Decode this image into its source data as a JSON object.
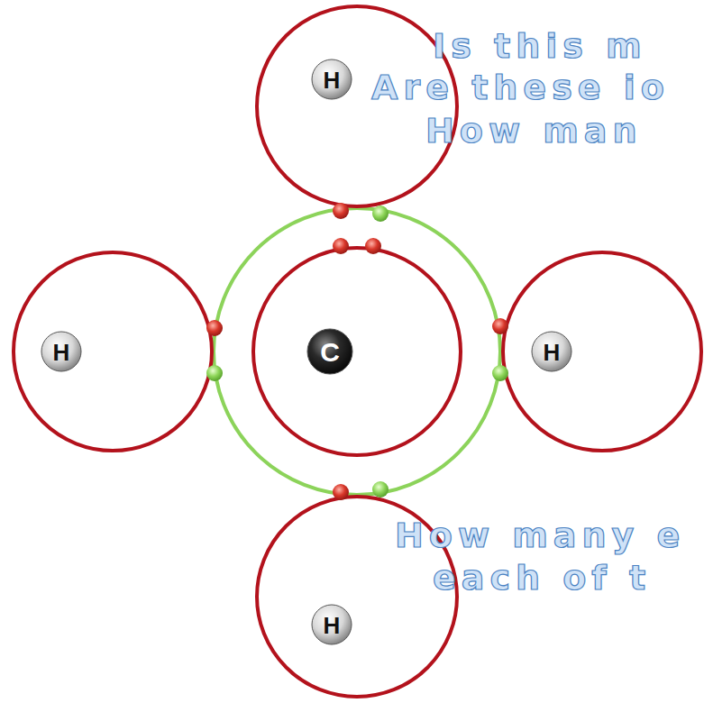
{
  "diagram": {
    "nodes": [
      {
        "text": [
          "H"
        ]
      },
      {
        "text": [
          "H"
        ]
      },
      {
        "text": [
          "C"
        ]
      },
      {
        "text": [
          "H"
        ]
      },
      {
        "text": [
          "H"
        ]
      }
    ],
    "labels": [
      "Is this m",
      "Are these io",
      "How man",
      "How many e",
      "each of t"
    ]
  }
}
